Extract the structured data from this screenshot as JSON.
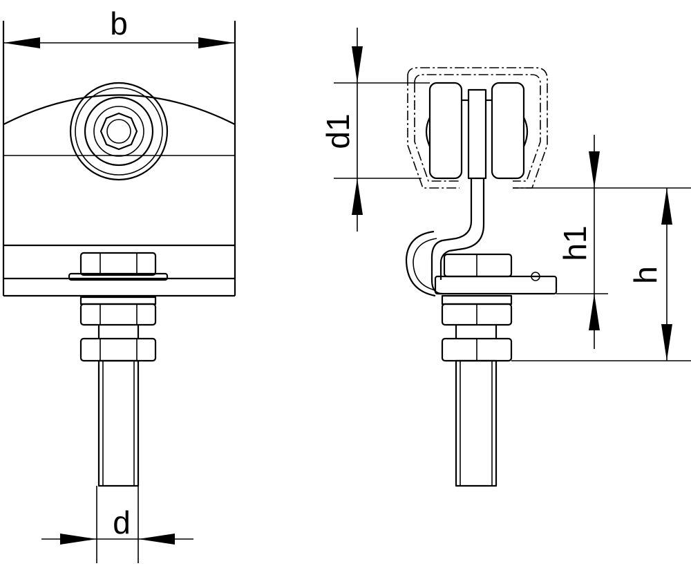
{
  "labels": {
    "b": "b",
    "d": "d",
    "d1": "d1",
    "h1": "h1",
    "h": "h"
  },
  "colors": {
    "line": "#000000",
    "background": "#ffffff"
  }
}
